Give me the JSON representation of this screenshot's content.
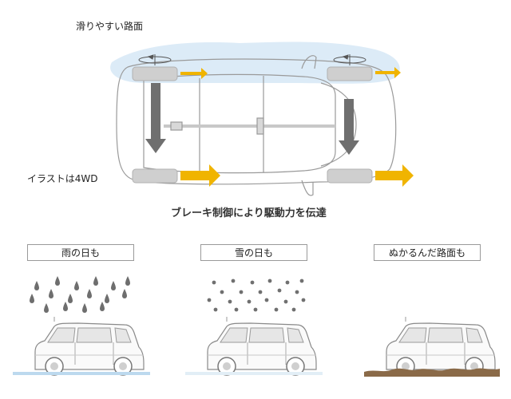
{
  "top": {
    "slippery_label": "滑りやすい路面",
    "illustration_label": "イラストは4WD",
    "caption": "ブレーキ制御により駆動力を伝達"
  },
  "panels": [
    {
      "label": "雨の日も",
      "weather": "rain",
      "ground": "water"
    },
    {
      "label": "雪の日も",
      "weather": "snow",
      "ground": "snow"
    },
    {
      "label": "ぬかるんだ路面も",
      "weather": "none",
      "ground": "mud"
    }
  ],
  "colors": {
    "slippery_zone": "#dcebf7",
    "drive_arrow": "#f0b400",
    "brake_arrow": "#6f6f6f",
    "rain": "#6e6e6e",
    "snow": "#707070",
    "water": "#bcd9ee",
    "mud": "#8a6a48"
  }
}
